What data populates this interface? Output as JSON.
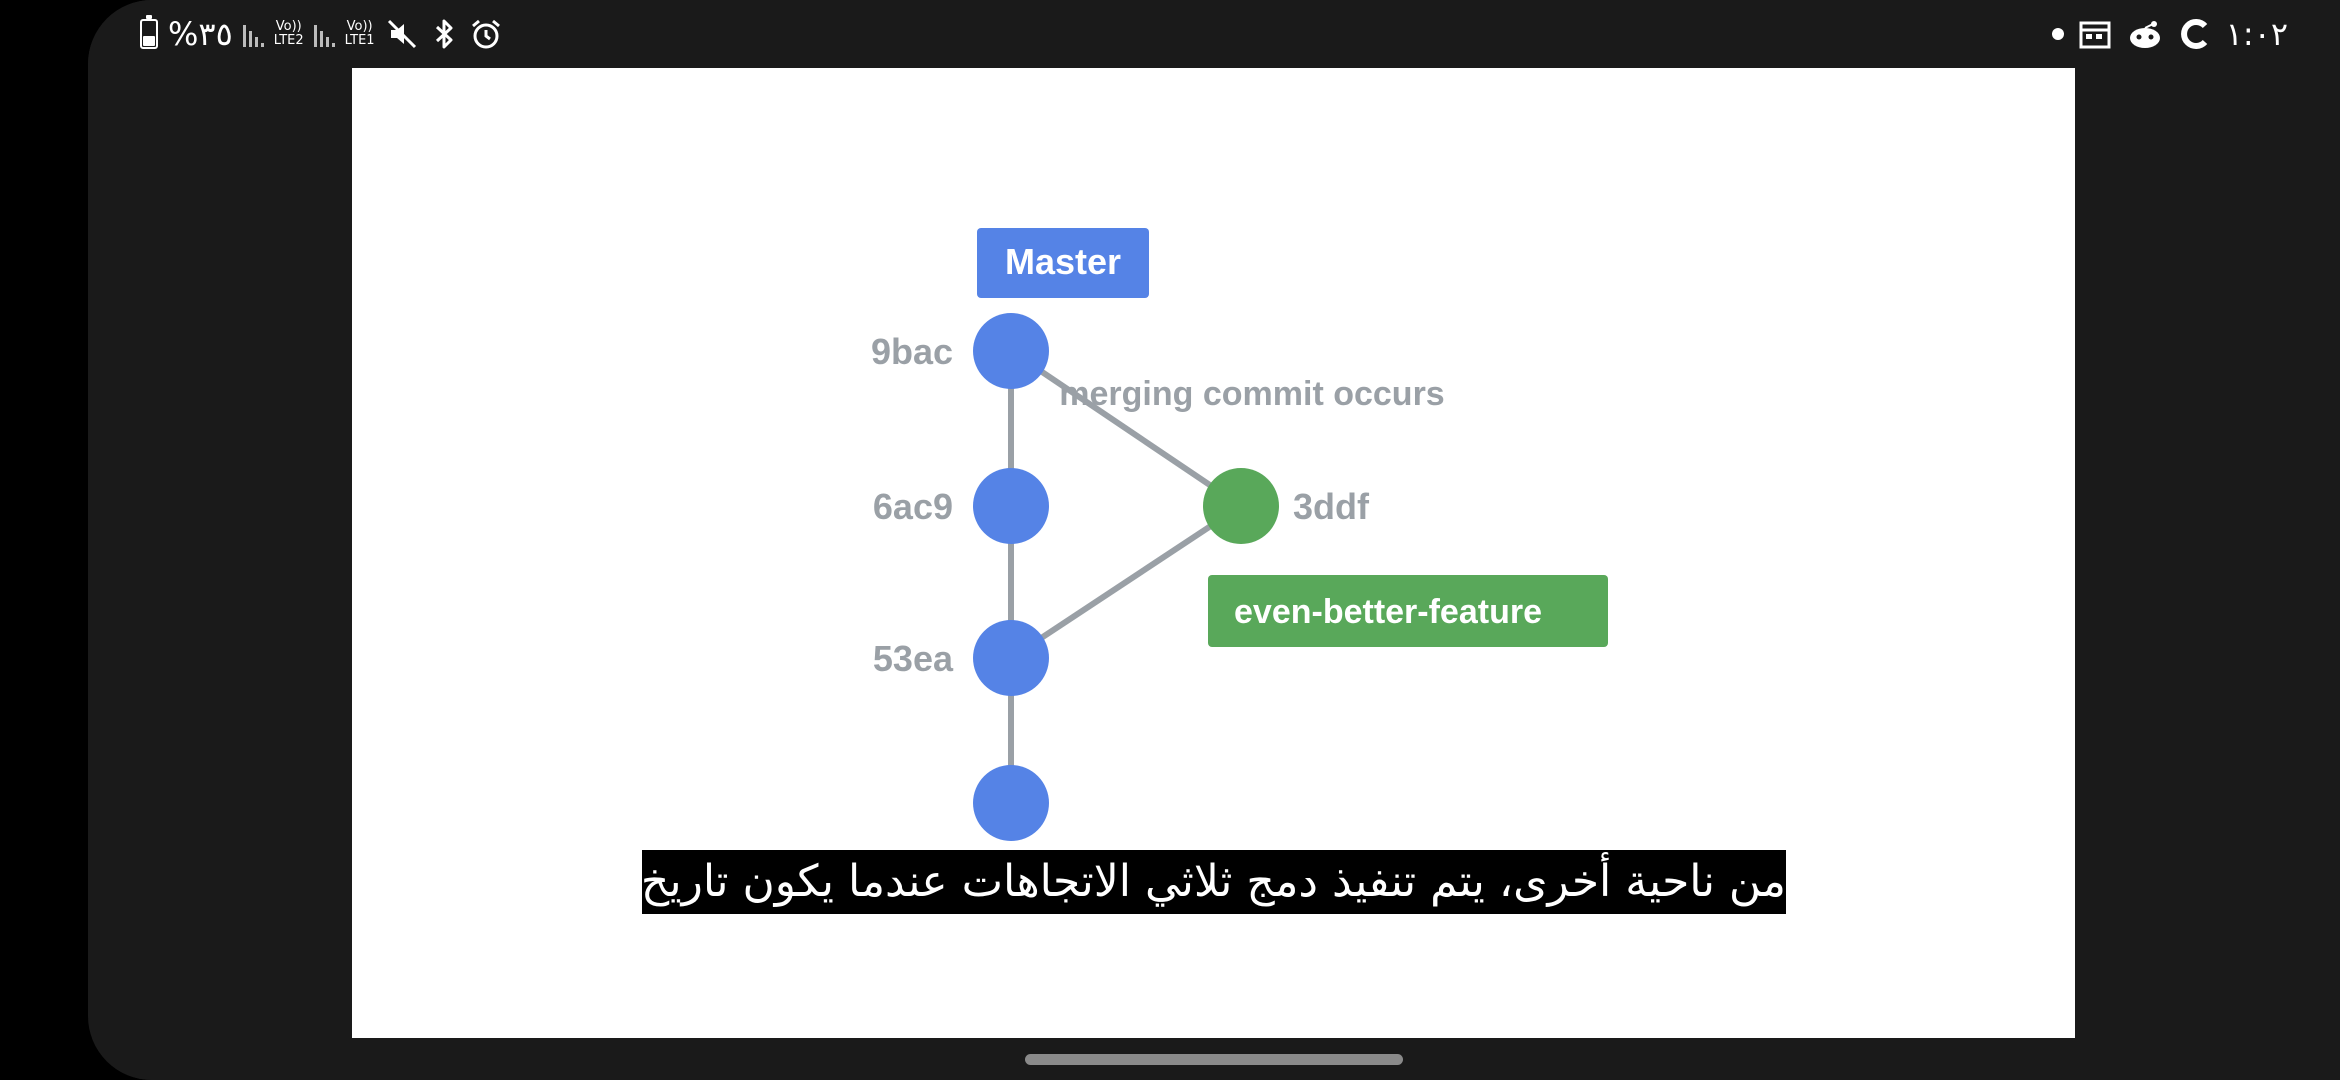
{
  "status_bar": {
    "battery_text": "%٣٥",
    "sim2_label_top": "Vo))",
    "sim2_label_bottom": "LTE2",
    "sim1_label_top": "Vo))",
    "sim1_label_bottom": "LTE1",
    "time": "١:٠٢",
    "icons_left": [
      "battery-icon",
      "signal-icon",
      "signal-icon",
      "mute-icon",
      "bluetooth-icon",
      "alarm-icon"
    ],
    "icons_right": [
      "notification-dot-icon",
      "calendar-icon",
      "reddit-icon",
      "c-app-icon"
    ]
  },
  "video": {
    "diagram": {
      "master_label": "Master",
      "feature_label": "even-better-feature",
      "merge_annotation": "merging commit occurs",
      "commits": {
        "c1": "9bac",
        "c2": "6ac9",
        "c3": "53ea",
        "merge": "3ddf"
      },
      "colors": {
        "master_blue": "#5583e6",
        "feature_green": "#59a85a",
        "edge_gray": "#9aa0a6",
        "label_gray": "#9aa0a6"
      }
    },
    "subtitle": "من ناحية أخرى، يتم تنفيذ دمج ثلاثي الاتجاهات عندما يكون تاريخ"
  }
}
